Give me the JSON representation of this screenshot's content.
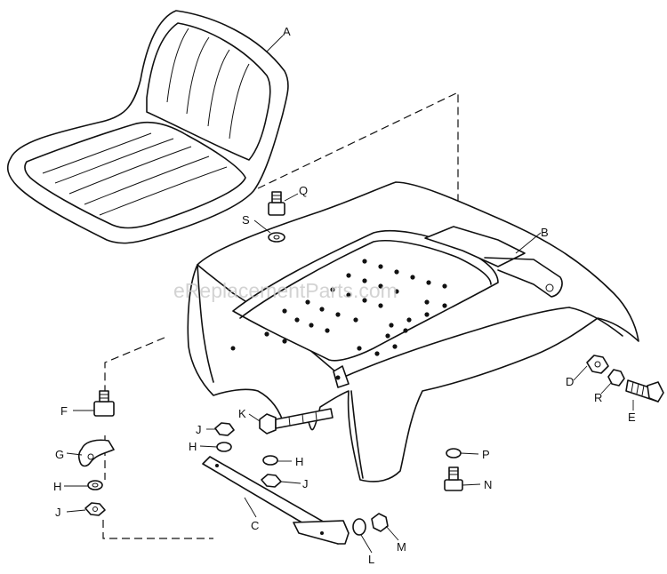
{
  "watermark": "eReplacementParts.com",
  "callouts": {
    "A": "A",
    "B": "B",
    "C": "C",
    "D": "D",
    "E": "E",
    "F": "F",
    "G": "G",
    "H": "H",
    "J": "J",
    "K": "K",
    "L": "L",
    "M": "M",
    "N": "N",
    "P": "P",
    "Q": "Q",
    "R": "R",
    "S": "S"
  }
}
